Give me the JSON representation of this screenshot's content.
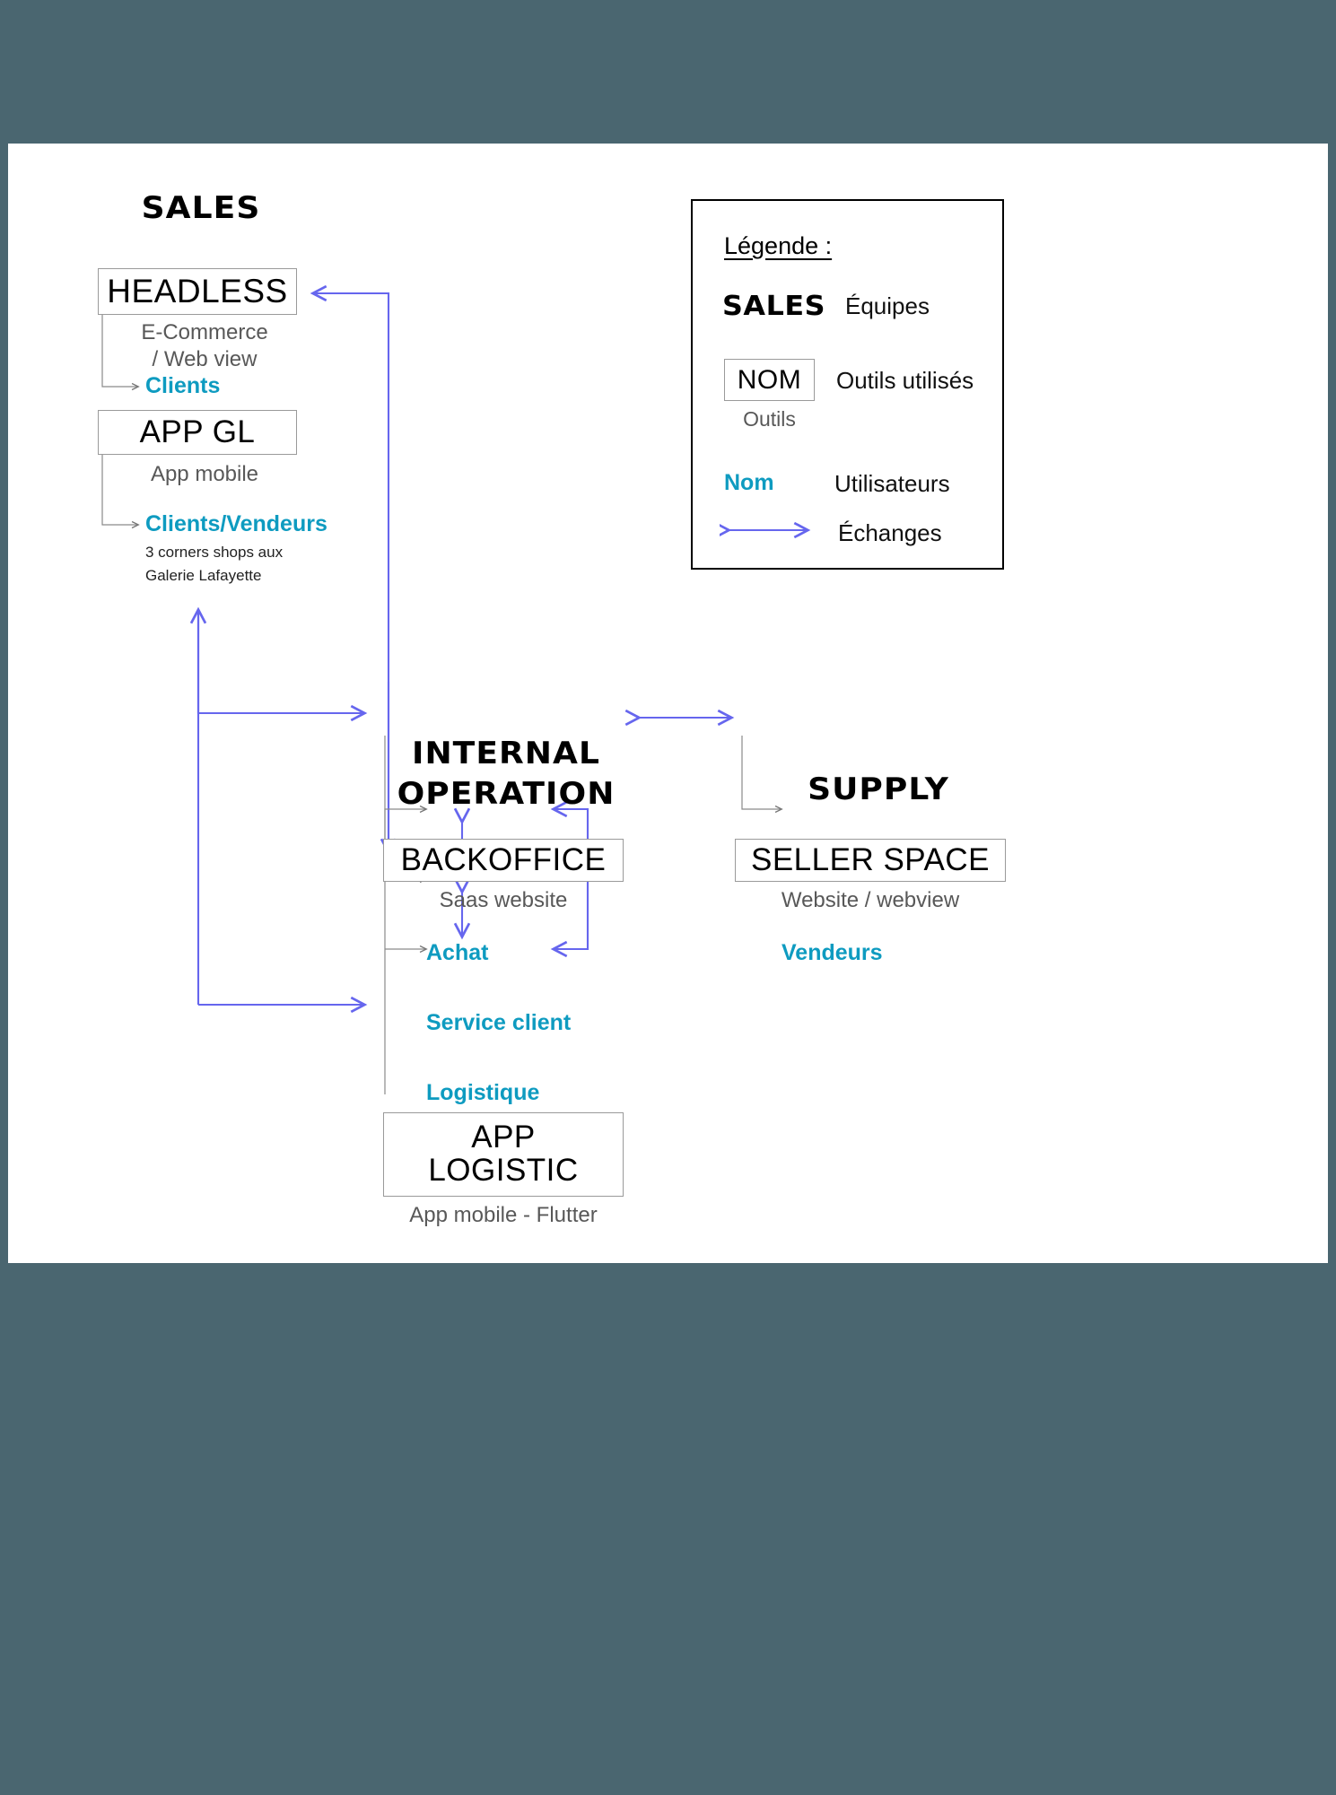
{
  "diagram": {
    "title": "Architecture diagram",
    "background_color": "#4a6670",
    "canvas_color": "#ffffff",
    "accent_arrow_color": "#6666ee",
    "user_label_color": "#0e9bc0",
    "tool_sub_color": "#585858"
  },
  "teams": {
    "sales": "SALES",
    "internal_line1": "INTERNAL",
    "internal_line2": "OPERATION",
    "supply": "SUPPLY"
  },
  "tools": {
    "headless": {
      "name": "HEADLESS",
      "subtitle": "E-Commerce\n/ Web view",
      "user": "Clients"
    },
    "app_gl": {
      "name": "APP GL",
      "subtitle": "App mobile",
      "user": "Clients/Vendeurs",
      "note": "3 corners shops aux\nGalerie Lafayette"
    },
    "backoffice": {
      "name": "BACKOFFICE",
      "subtitle": "Saas website",
      "users": [
        "Achat",
        "Service client",
        "Logistique"
      ]
    },
    "app_logistic": {
      "name_line1": "APP",
      "name_line2": "LOGISTIC",
      "subtitle": "App mobile - Flutter"
    },
    "seller_space": {
      "name": "SELLER SPACE",
      "subtitle": "Website / webview",
      "user": "Vendeurs"
    }
  },
  "legend": {
    "title": "Légende :",
    "rows": [
      {
        "sample": "SALES",
        "label": "Équipes"
      },
      {
        "sample": "NOM",
        "sample_sub": "Outils",
        "label": "Outils utilisés"
      },
      {
        "sample": "Nom",
        "label": "Utilisateurs"
      },
      {
        "sample": "arrow",
        "label": "Échanges"
      }
    ]
  }
}
